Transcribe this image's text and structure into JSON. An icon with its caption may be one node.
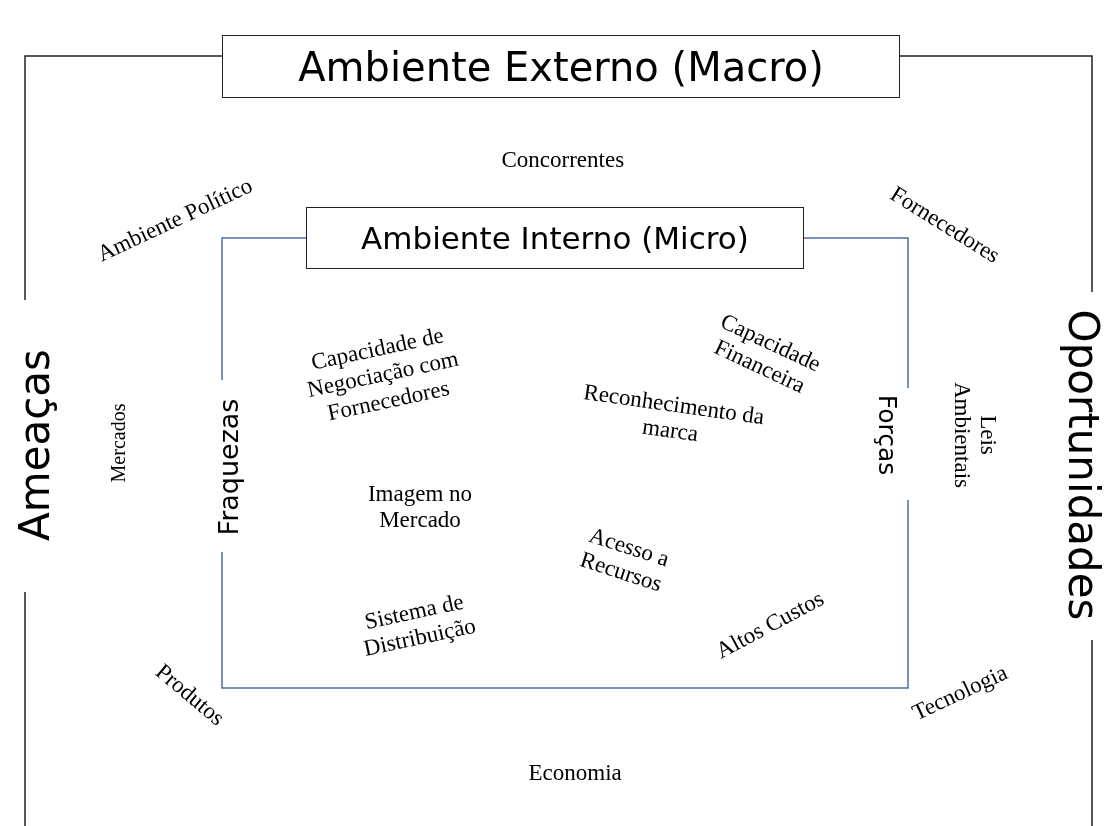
{
  "diagram": {
    "nodes": [
      {
        "text": [
          "Ambiente Externo (Macro)"
        ]
      },
      {
        "text": [
          "Ambiente Interno (Micro)"
        ]
      }
    ],
    "labels": [
      "Concorrentes",
      "Ambiente Político",
      "Fornecedores",
      "Capacidade de Negociação com Fornecedores",
      "Capacidade Financeira",
      "Ameaças",
      "Mercados",
      "Fraquezas",
      "Reconhecimento da marca",
      "Forças",
      "Leis Ambientais",
      "Oportunidades",
      "Imagem no Mercado",
      "Acesso a Recursos",
      "Sistema de Distribuição",
      "Altos Custos",
      "Produtos",
      "Tecnologia",
      "Economia"
    ]
  }
}
